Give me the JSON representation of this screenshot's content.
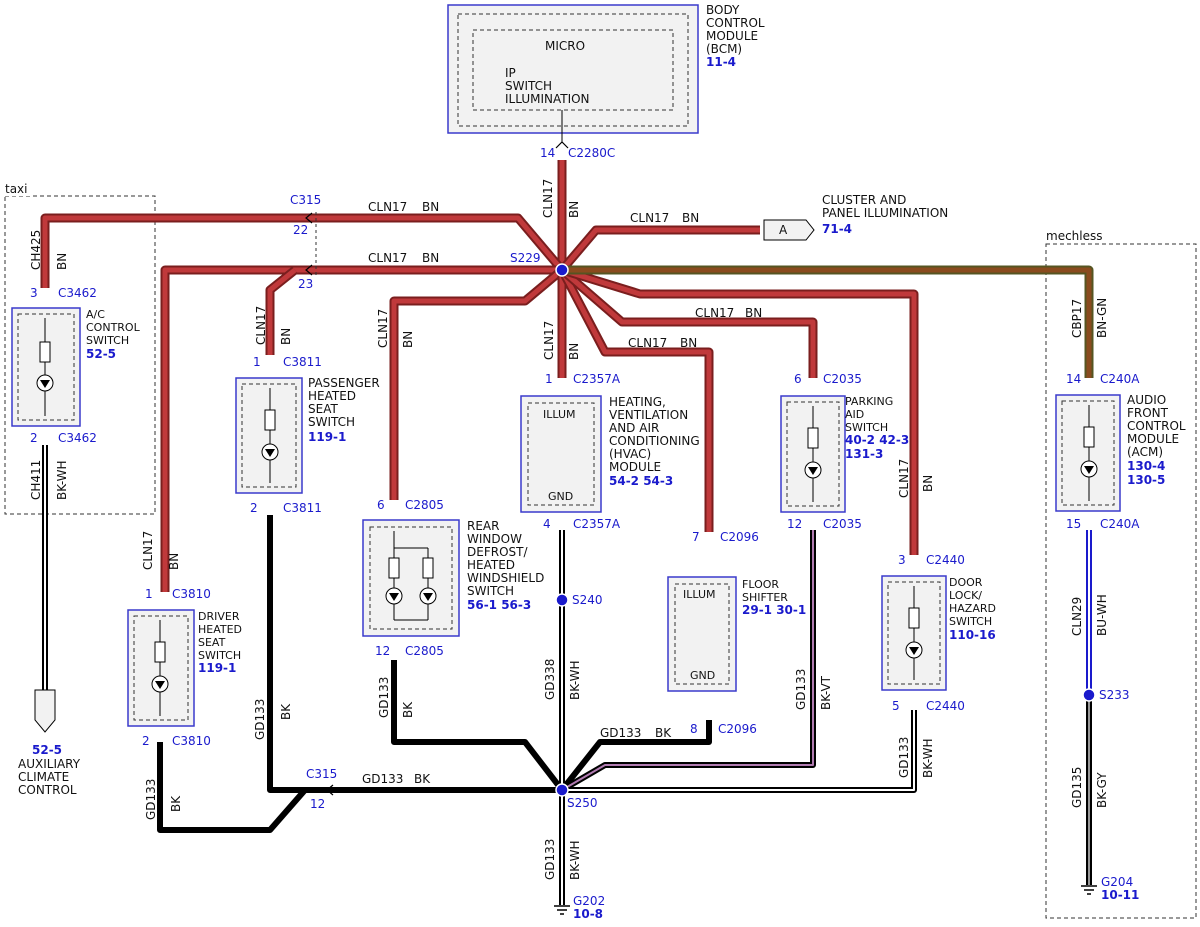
{
  "modules": {
    "bcm": {
      "l1": "BODY",
      "l2": "CONTROL",
      "l3": "MODULE",
      "l4": "(BCM)",
      "ref": "11-4",
      "micro": "MICRO",
      "ip": "IP",
      "sw": "SWITCH",
      "illum": "ILLUMINATION"
    },
    "ac": {
      "l1": "A/C",
      "l2": "CONTROL",
      "l3": "SWITCH",
      "ref": "52-5"
    },
    "passenger": {
      "l1": "PASSENGER",
      "l2": "HEATED",
      "l3": "SEAT",
      "l4": "SWITCH",
      "ref": "119-1"
    },
    "driver": {
      "l1": "DRIVER",
      "l2": "HEATED",
      "l3": "SEAT",
      "l4": "SWITCH",
      "ref": "119-1"
    },
    "rear": {
      "l1": "REAR",
      "l2": "WINDOW",
      "l3": "DEFROST/",
      "l4": "HEATED",
      "l5": "WINDSHIELD",
      "l6": "SWITCH",
      "ref": "56-1 56-3"
    },
    "hvac": {
      "l1": "HEATING,",
      "l2": "VENTILATION",
      "l3": "AND AIR",
      "l4": "CONDITIONING",
      "l5": "(HVAC)",
      "l6": "MODULE",
      "ref": "54-2  54-3",
      "illum": "ILLUM",
      "gnd": "GND"
    },
    "floor": {
      "l1": "FLOOR",
      "l2": "SHIFTER",
      "ref": "29-1  30-1",
      "illum": "ILLUM",
      "gnd": "GND"
    },
    "parking": {
      "l1": "PARKING",
      "l2": "AID",
      "l3": "SWITCH",
      "ref1": "40-2  42-3",
      "ref2": "131-3"
    },
    "door": {
      "l1": "DOOR",
      "l2": "LOCK/",
      "l3": "HAZARD",
      "l4": "SWITCH",
      "ref": "110-16"
    },
    "acm": {
      "l1": "AUDIO",
      "l2": "FRONT",
      "l3": "CONTROL",
      "l4": "MODULE",
      "l5": "(ACM)",
      "ref1": "130-4",
      "ref2": "130-5"
    },
    "cluster": {
      "l1": "CLUSTER AND",
      "l2": "PANEL ILLUMINATION",
      "ref": "71-4",
      "flag": "A"
    },
    "aux": {
      "ref": "52-5",
      "l1": "AUXILIARY",
      "l2": "CLIMATE",
      "l3": "CONTROL"
    }
  },
  "regions": {
    "taxi": "taxi",
    "mechless": "mechless"
  },
  "connectors": {
    "c2280c": "C2280C",
    "pin14a": "14",
    "c315": "C315",
    "pin22": "22",
    "pin23": "23",
    "pin12": "12",
    "c3462": "C3462",
    "pin3": "3",
    "pin2": "2",
    "c3811": "C3811",
    "pin1": "1",
    "c3810": "C3810",
    "c2805": "C2805",
    "pin6": "6",
    "c2357a": "C2357A",
    "pin4": "4",
    "c2096": "C2096",
    "pin7": "7",
    "pin8": "8",
    "c2035": "C2035",
    "c2440": "C2440",
    "pin5": "5",
    "c240a": "C240A",
    "pin15": "15"
  },
  "splices": {
    "s229": "S229",
    "s240": "S240",
    "s250": "S250",
    "s233": "S233"
  },
  "grounds": {
    "g202": "G202",
    "g202ref": "10-8",
    "g204": "G204",
    "g204ref": "10-11"
  },
  "wires": {
    "cln17": "CLN17",
    "bn": "BN",
    "ch425": "CH425",
    "ch411": "CH411",
    "bkwh": "BK-WH",
    "gd133": "GD133",
    "bk": "BK",
    "gd338": "GD338",
    "bkvt": "BK-VT",
    "cbp17": "CBP17",
    "bngn": "BN-GN",
    "cln29": "CLN29",
    "buwh": "BU-WH",
    "gd135": "GD135",
    "bkgy": "BK-GY"
  },
  "colors": {
    "bn": "#7a1e1e",
    "bk": "#000000",
    "blue": "#1a1acc"
  }
}
